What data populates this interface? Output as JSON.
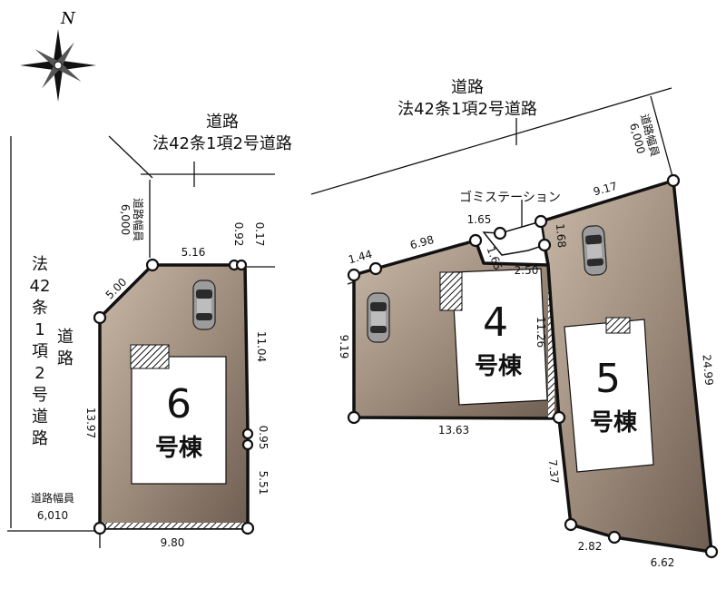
{
  "compass": {
    "north_label": "N"
  },
  "roads": {
    "top_center": {
      "line1": "道路",
      "line2": "法42条1項2号道路"
    },
    "top_right": {
      "line1": "道路",
      "line2": "法42条1項2号道路"
    },
    "left_vertical": [
      "法",
      "42",
      "条",
      "1",
      "項",
      "2",
      "号",
      "道",
      "路"
    ],
    "left_vertical_side": [
      "道",
      "路"
    ],
    "width_left_upper": {
      "label": "道路幅員",
      "value": "6,000"
    },
    "width_left_lower": {
      "label": "道路幅員",
      "value": "6,010"
    },
    "width_right": {
      "label": "道路幅員",
      "value": "6,000"
    }
  },
  "garbage_station": "ゴミステーション",
  "lots": {
    "lot6": {
      "number": "6",
      "name": "号棟",
      "dims": {
        "d516": "5.16",
        "d500": "5.00",
        "d092": "0.92",
        "d017": "0.17",
        "d1104": "11.04",
        "d095": "0.95",
        "d551": "5.51",
        "d980": "9.80",
        "d1397": "13.97"
      }
    },
    "lot4": {
      "number": "4",
      "name": "号棟",
      "dims": {
        "d144": "1.44",
        "d698": "6.98",
        "d165a": "1.65",
        "d165b": "1.65",
        "d250": "2.50",
        "d1126": "11.26",
        "d919": "9.19",
        "d1363": "13.63"
      }
    },
    "lot5": {
      "number": "5",
      "name": "号棟",
      "dims": {
        "d917": "9.17",
        "d168": "1.68",
        "d2499": "24.99",
        "d737": "7.37",
        "d282": "2.82",
        "d662": "6.62"
      }
    }
  },
  "colors": {
    "lot_fill": "#8a786a",
    "lot_fill_light": "#c7b7a6",
    "outline": "#111111",
    "house_fill": "#ffffff"
  }
}
